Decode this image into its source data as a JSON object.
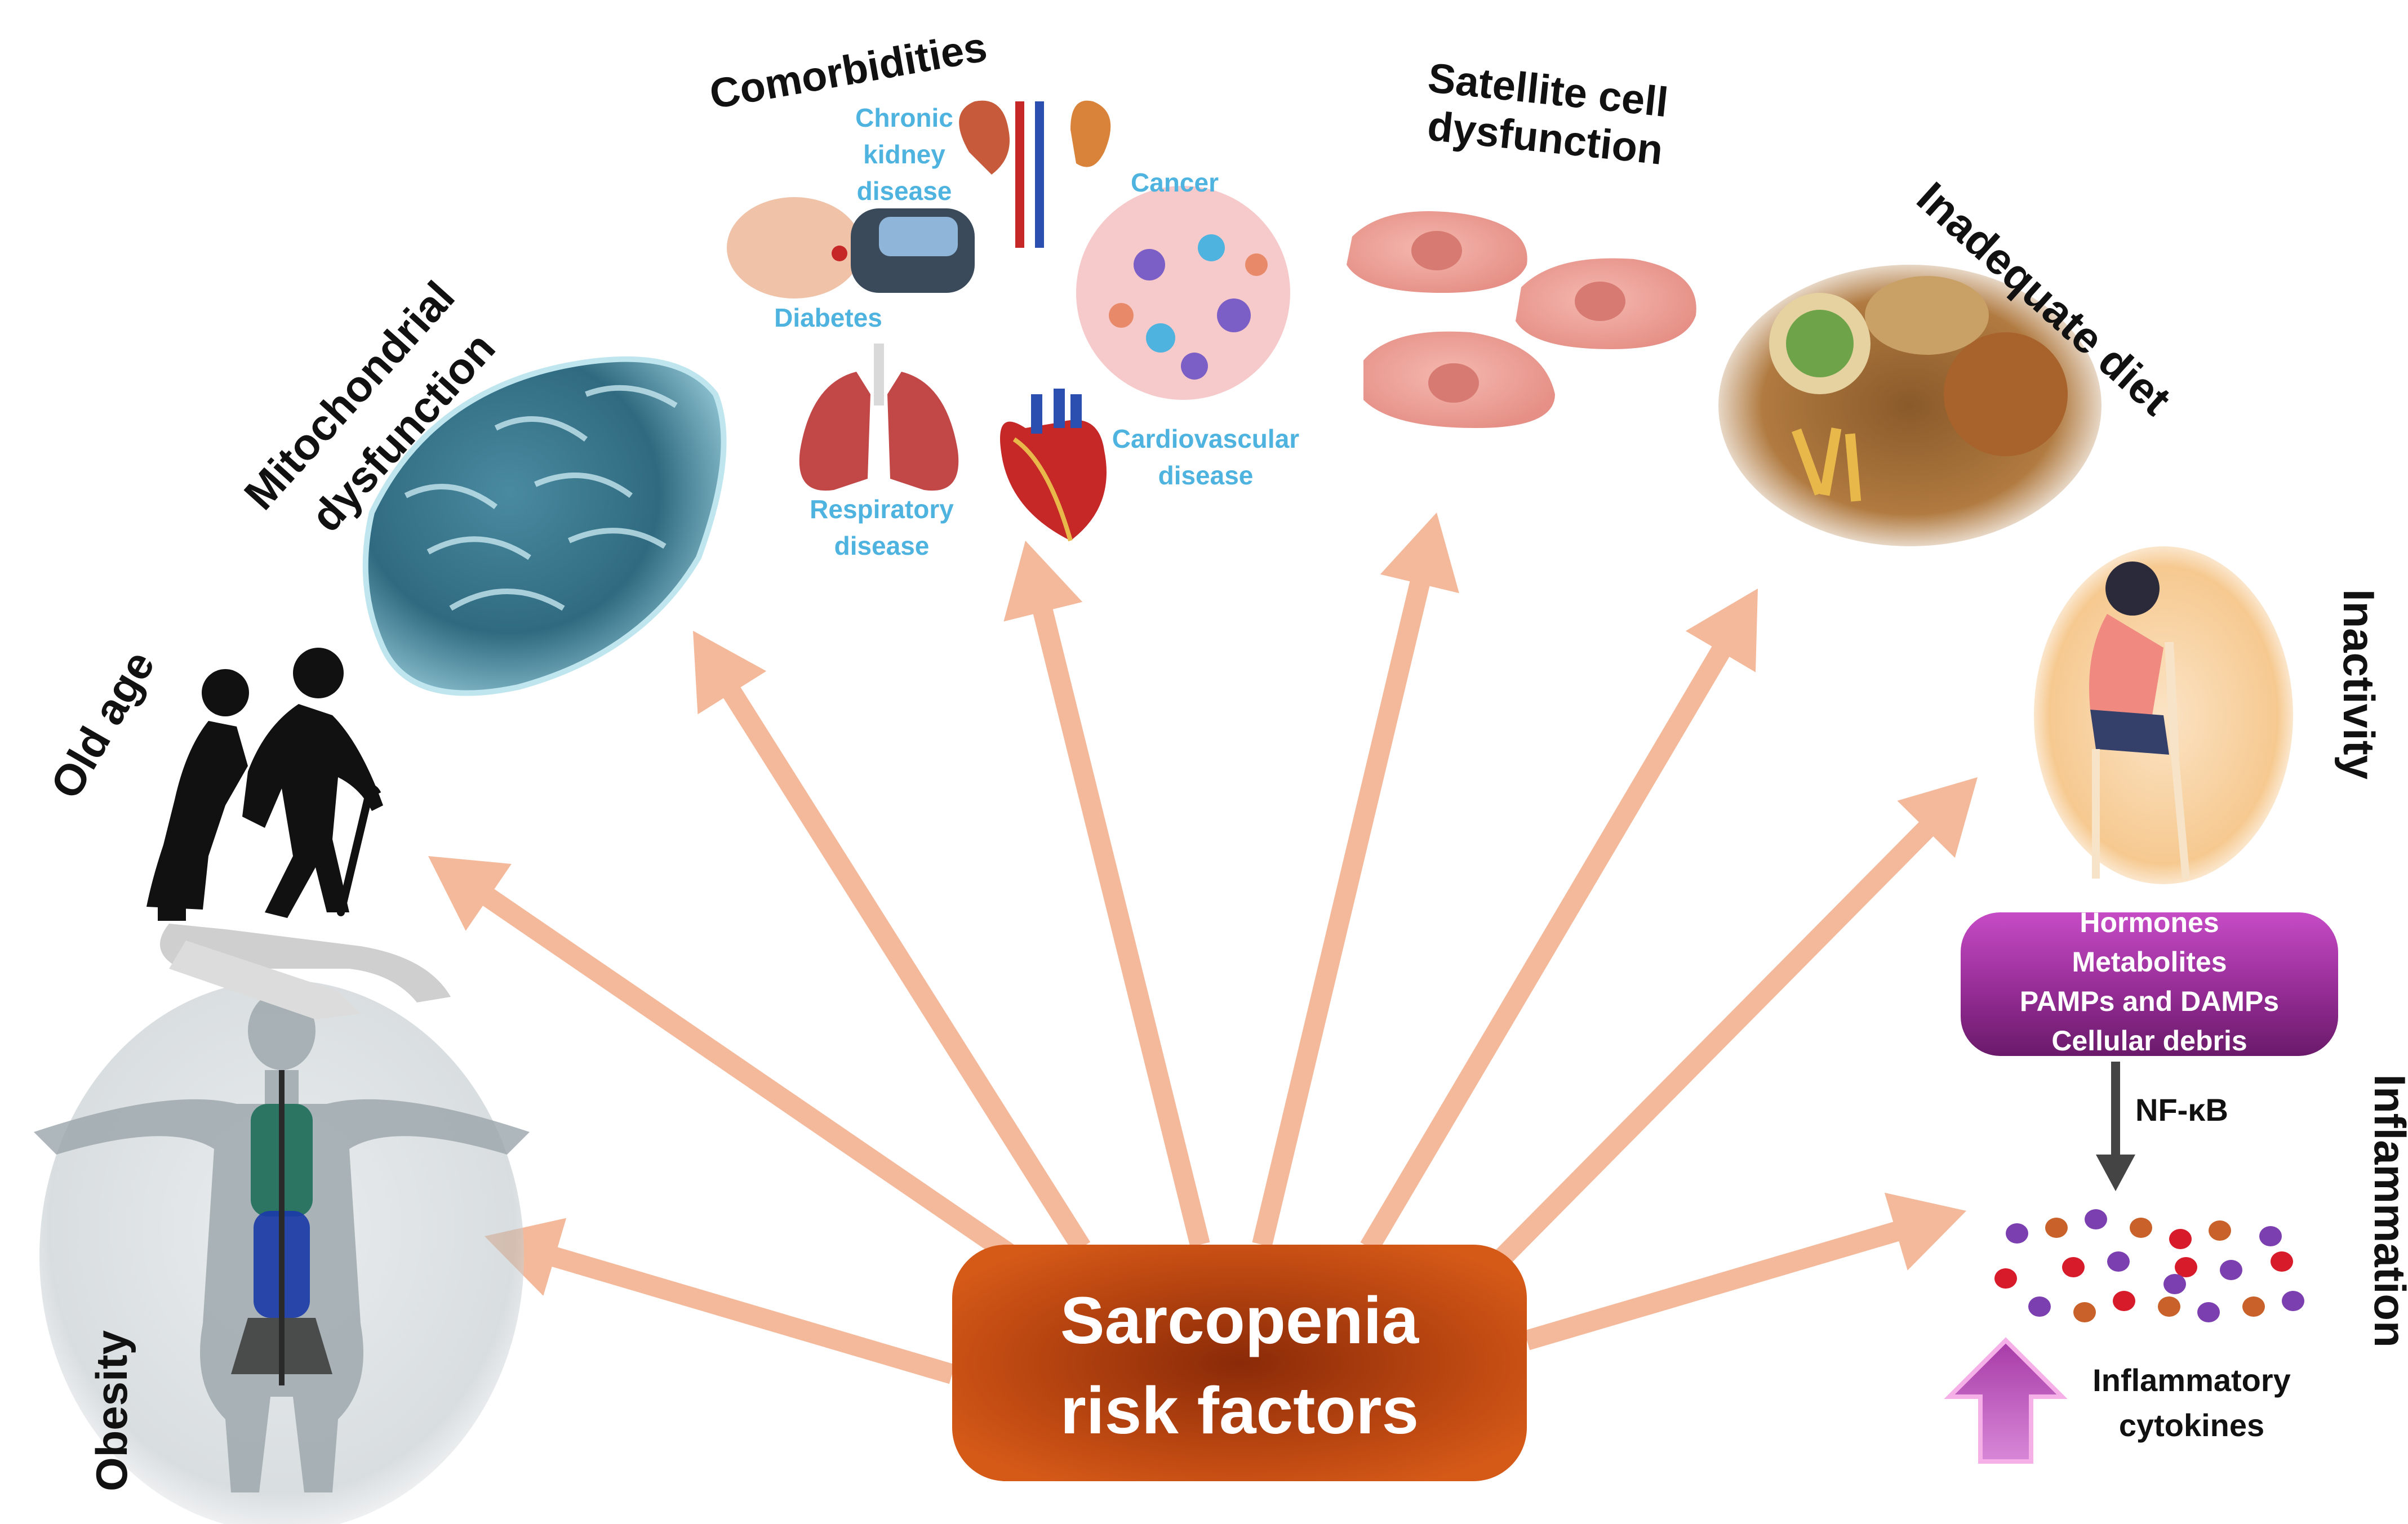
{
  "center": {
    "line1": "Sarcopenia",
    "line2": "risk factors"
  },
  "factors": {
    "obesity": "Obesity",
    "old_age": "Old age",
    "mitochondrial_1": "Mitochondrial",
    "mitochondrial_2": "dysfunction",
    "comorbidities": "Comorbidities",
    "satellite_1": "Satellite cell",
    "satellite_2": "dysfunction",
    "diet": "Inadequate diet",
    "inactivity": "Inactivity",
    "inflammation": "Inflammation"
  },
  "comorbidities": {
    "ckd_1": "Chronic",
    "ckd_2": "kidney",
    "ckd_3": "disease",
    "cancer": "Cancer",
    "diabetes": "Diabetes",
    "respiratory_1": "Respiratory",
    "respiratory_2": "disease",
    "cardio_1": "Cardiovascular",
    "cardio_2": "disease"
  },
  "inflammation_panel": {
    "box_lines": [
      "Hormones",
      "Metabolites",
      "PAMPs and DAMPs",
      "Cellular debris"
    ],
    "pathway": "NF-κB",
    "cytokines_1": "Inflammatory",
    "cytokines_2": "cytokines"
  },
  "colors": {
    "arrow": "#f4b99a",
    "center_box": "#b84510",
    "purple_box": "#9b2d9b",
    "comorbidity_text": "#4fb3e0"
  }
}
